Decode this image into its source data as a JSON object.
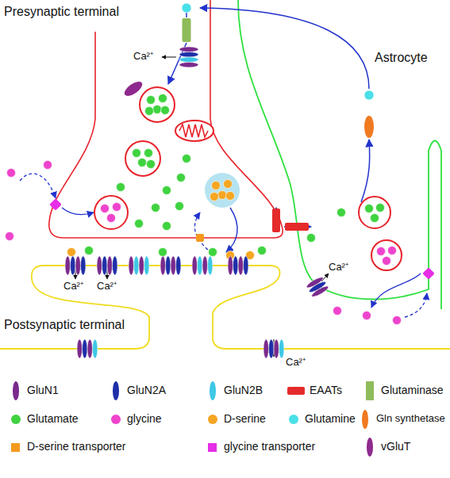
{
  "diagram": {
    "labels": [
      "Presynaptic terminal",
      "Ca²⁺",
      "Astrocyte",
      "Ca²⁺",
      "Ca²⁺",
      "Ca²⁺",
      "Postsynaptic terminal",
      "Ca²⁺"
    ],
    "legend": [
      {
        "text": "GluN1",
        "color": "#7a2a8c"
      },
      {
        "text": "GluN2A",
        "color": "#1f2fa8"
      },
      {
        "text": "GluN2B",
        "color": "#3ec8e6"
      },
      {
        "text": "EAATs",
        "color": "#e52a2a"
      },
      {
        "text": "Glutaminase",
        "color": "#8fbc5a"
      },
      {
        "text": "Glutamate",
        "color": "#3fd33f"
      },
      {
        "text": "glycine",
        "color": "#ee44cc"
      },
      {
        "text": "D-serine",
        "color": "#f5a623"
      },
      {
        "text": "Glutamine",
        "color": "#49e0e8"
      },
      {
        "text": "Gln synthetase",
        "color": "#f07a22"
      },
      {
        "text": "D-serine transporter",
        "color": "#f39a1e"
      },
      {
        "text": "glycine transporter",
        "color": "#e62ee6"
      },
      {
        "text": "vGluT",
        "color": "#8e2a8e"
      }
    ]
  }
}
